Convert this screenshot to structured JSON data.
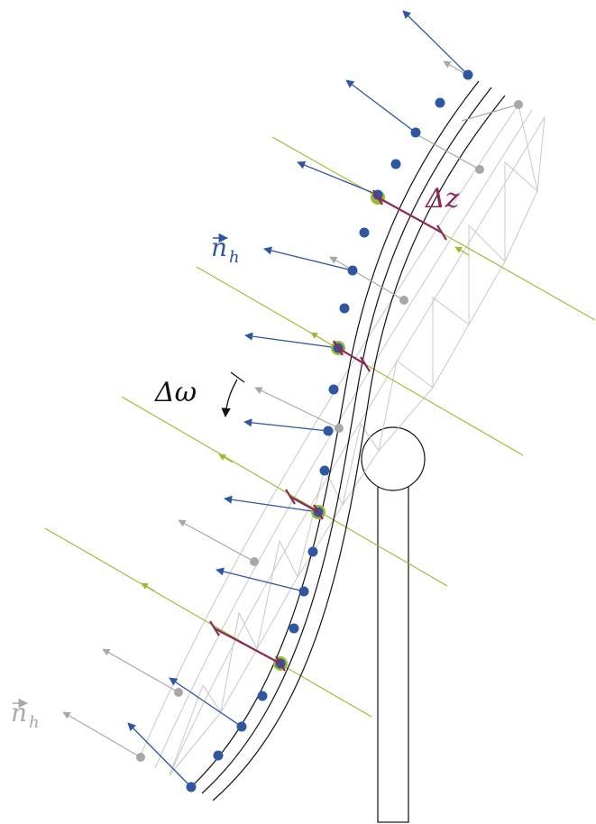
{
  "labels": {
    "delta_z": "Δz",
    "delta_omega": "Δω",
    "normal_blue": "n",
    "normal_blue_sub": "h",
    "normal_gray": "n",
    "normal_gray_sub": "h"
  },
  "colors": {
    "blue": "#2f56a3",
    "gray": "#a8a8a8",
    "green": "#9bbb2e",
    "magenta": "#8a2a5c",
    "black": "#111111",
    "light_gray_line": "#c8c8c8"
  }
}
